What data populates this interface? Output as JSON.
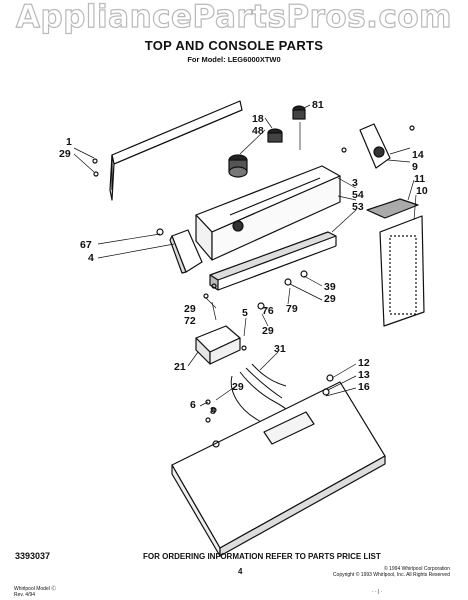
{
  "watermark": "AppliancePartsPros.com",
  "header": {
    "title": "TOP AND CONSOLE PARTS",
    "subtitle": "For Model: LEG6000XTW0"
  },
  "callouts": [
    "1",
    "29",
    "18",
    "48",
    "81",
    "3",
    "54",
    "53",
    "14",
    "9",
    "11",
    "10",
    "67",
    "4",
    "39",
    "29",
    "29",
    "72",
    "5",
    "76",
    "79",
    "29",
    "21",
    "31",
    "29",
    "8",
    "6",
    "12",
    "13",
    "16"
  ],
  "footer": {
    "instruction": "FOR ORDERING INFORMATION REFER TO PARTS PRICE LIST",
    "doc_number": "3393037",
    "page": "4",
    "copyright_line1": "© 1994 Whirlpool Corporation",
    "copyright_line2": "Copyright © 1993 Whirlpool, Inc. All Rights Reserved",
    "corner_line1": "Whirlpool Model Ⓒ",
    "corner_line2": "Rev. 4/94",
    "bottom_mark": "· · | ·"
  }
}
